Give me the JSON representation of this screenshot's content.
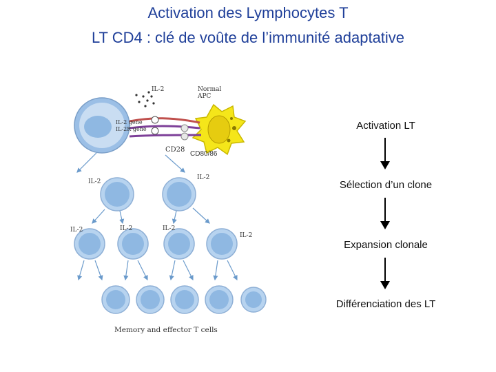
{
  "title": {
    "line1": "Activation des Lymphocytes T",
    "line2": "LT CD4 : clé de voûte de l’immunité adaptative"
  },
  "diagram": {
    "labels": {
      "il2_top": "IL-2",
      "normal_apc_1": "Normal",
      "normal_apc_2": "APC",
      "il2_gene": "IL-2 gene",
      "il2r_gene": "IL-2R gene",
      "cd28": "CD28",
      "cd80_86": "CD80/86",
      "il2_row1_left": "IL-2",
      "il2_row1_right": "IL-2",
      "il2_row2_left_a": "IL-2",
      "il2_row2_left_b": "IL-2",
      "il2_row2_mid": "IL-2",
      "il2_row2_right": "IL-2",
      "caption": "Memory and effector T cells"
    },
    "colors": {
      "cell_fill": "#b7d3ef",
      "cell_nucleus": "#8fb8e2",
      "apc_fill": "#f5e61a",
      "arrow": "#6a9acb"
    }
  },
  "flow": {
    "steps": [
      "Activation LT",
      "Sélection d’un clone",
      "Expansion clonale",
      "Différenciation des LT"
    ]
  },
  "colors": {
    "title": "#1f3f99"
  }
}
